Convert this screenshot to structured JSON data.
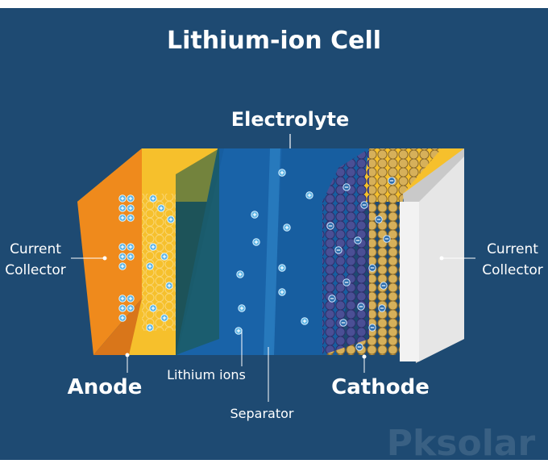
{
  "title": "Lithium-ion Cell",
  "labels": {
    "electrolyte": "Electrolyte",
    "current_collector_left_line1": "Current",
    "current_collector_left_line2": "Collector",
    "current_collector_right_line1": "Current",
    "current_collector_right_line2": "Collector",
    "anode": "Anode",
    "cathode": "Cathode",
    "lithium_ions": "Lithium ions",
    "separator": "Separator"
  },
  "watermark": "Pksolar",
  "colors": {
    "background": "#1e4a72",
    "anode_collector": "#ef8a1c",
    "anode_material": "#f6c02c",
    "cathode_collector_face": "#f2f2f2",
    "cathode_material": "#c9a24a",
    "electrolyte": "#175ea0",
    "ion": "#5ab4e6"
  }
}
